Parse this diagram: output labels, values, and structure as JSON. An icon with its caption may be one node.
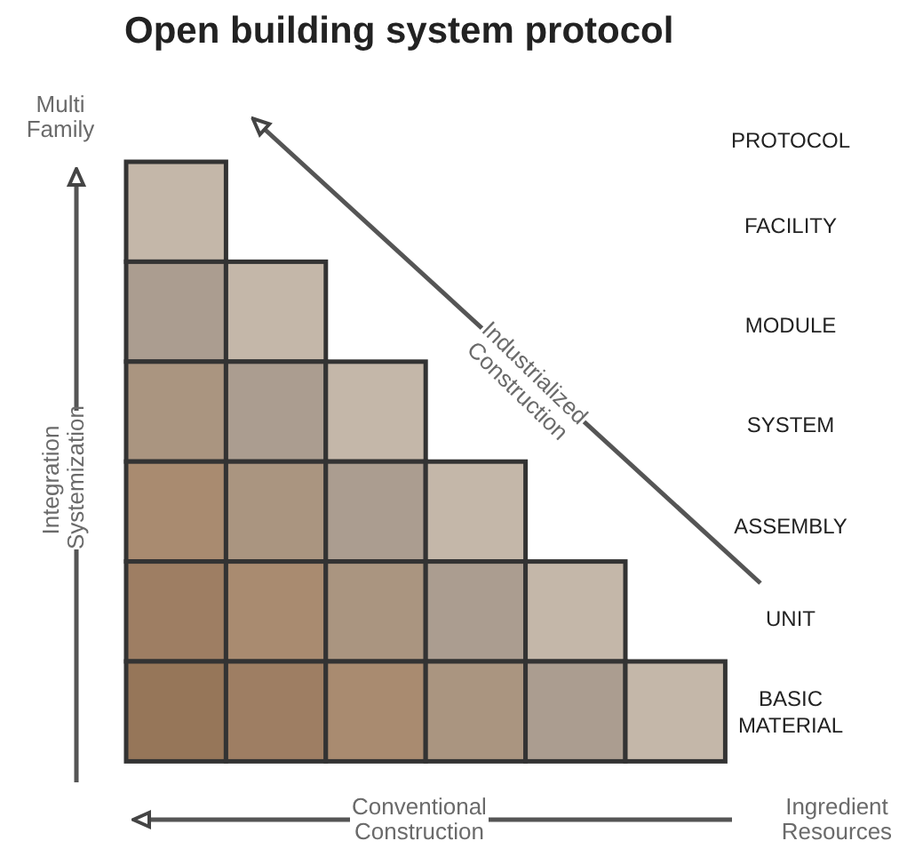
{
  "diagram": {
    "title": "Open building system protocol",
    "labels": [
      "Multi Family",
      "PROTOCOL",
      "FACILITY",
      "MODULE",
      "Industrialized Construction",
      "SYSTEM",
      "Integration Systemization",
      "ASSEMBLY",
      "UNIT",
      "BASIC MATERIAL",
      "Conventional Construction",
      "Ingredient Resources"
    ]
  }
}
